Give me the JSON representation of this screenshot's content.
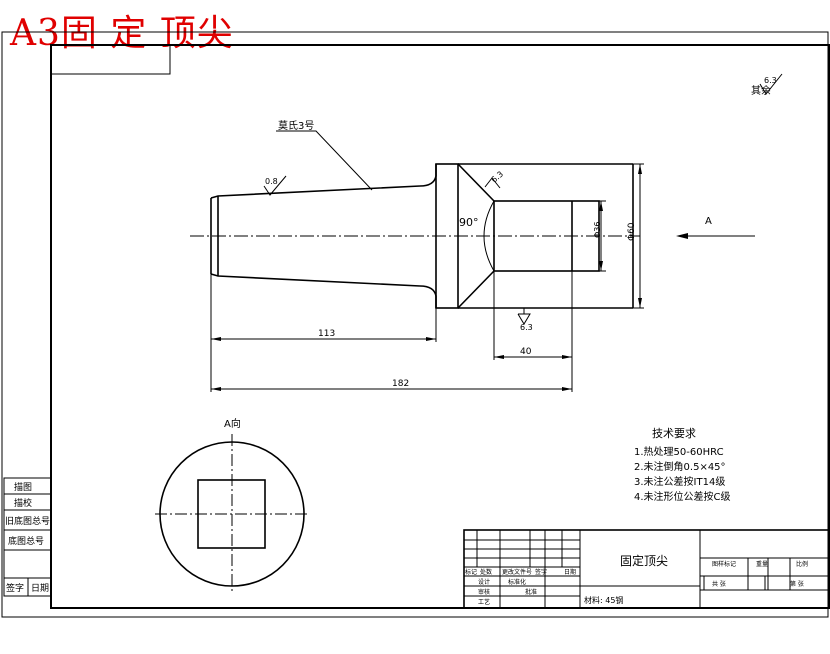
{
  "header": {
    "title": "A3固 定 顶尖"
  },
  "drawing": {
    "roughness_other": "其余",
    "roughness_other_value": "6.3",
    "morse_taper_label": "莫氏3号",
    "roughness_taper": "0.8",
    "roughness_bore": "6.3",
    "roughness_bevel": "6.3",
    "angle_90": "90°",
    "dim_113": "113",
    "dim_40": "40",
    "dim_182": "182",
    "dim_bore": "Φ36",
    "dim_head": "Φ60",
    "view_arrow_label": "A",
    "view_a_label": "A向"
  },
  "tech_requirements": {
    "title": "技术要求",
    "items": [
      "1.热处理50-60HRC",
      "2.未注倒角0.5×45°",
      "3.未注公差按IT14级",
      "4.未注形位公差按C级"
    ]
  },
  "title_block": {
    "part_name": "固定顶尖",
    "material": "材料: 45钢",
    "labels": [
      "标记",
      "处数",
      "更改文件号",
      "签字",
      "日期",
      "设计",
      "审核",
      "工艺",
      "标准化",
      "批准",
      "图样标记",
      "重量",
      "比例",
      "共 张",
      "第 张"
    ]
  },
  "side_block": {
    "labels": [
      "描图",
      "描校",
      "旧底图总号",
      "底图总号",
      "签字",
      "日期"
    ]
  }
}
